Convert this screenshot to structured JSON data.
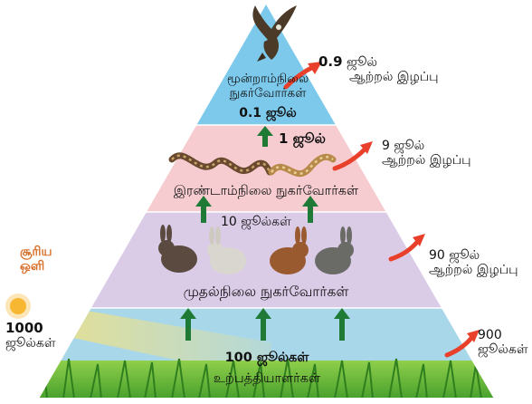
{
  "pyramid": {
    "level1": {
      "title": "உற்பத்தியாளர்கள்",
      "energy": "100 ஜூல்கள்"
    },
    "level2": {
      "title": "முதல்நிலை  நுகர்வோர்கள்",
      "energy": "10 ஜூல்கள்"
    },
    "level3": {
      "title": "இரண்டாம்நிலை  நுகர்வோர்கள்",
      "energy": "1 ஜூல்"
    },
    "level4": {
      "title_line1": "மூன்றாம்நிலை",
      "title_line2": "நுகர்வோர்கள்",
      "energy": "0.1 ஜூல்"
    }
  },
  "losses": [
    {
      "value": "900",
      "unit": "ஜூல்கள்",
      "text": ""
    },
    {
      "value": "90 ஜூல்",
      "unit": "",
      "text": "ஆற்றல்  இழப்பு"
    },
    {
      "value": "9  ஜூல்",
      "unit": "",
      "text": "ஆற்றல்  இழப்பு"
    },
    {
      "value": "0.9",
      "unit": "ஜூல்",
      "text": "ஆற்றல்  இழப்பு"
    }
  ],
  "sun": {
    "label_line1": "சூரிய",
    "label_line2": "ஒளி",
    "energy_value": "1000",
    "energy_unit": "ஜூல்கள்"
  },
  "icons": [
    "eagle-icon",
    "snake-icon",
    "rabbit-icon",
    "grass-icon",
    "sun-icon"
  ],
  "colors": {
    "tier_top": "#7cc9ec",
    "tier_snake": "#f6ccd0",
    "tier_rabbit": "#d9c9e6",
    "tier_base": "#a9d8ea",
    "arrow_green": "#1f7a35",
    "loss_arrow": "#e8402a"
  }
}
